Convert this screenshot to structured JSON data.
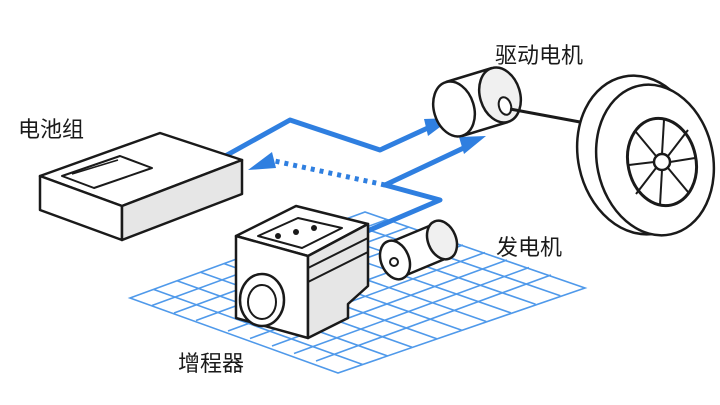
{
  "labels": {
    "battery": "电池组",
    "drive_motor": "驱动电机",
    "generator": "发电机",
    "range_extender": "增程器"
  },
  "colors": {
    "flow_blue": "#2f7fe0",
    "grid_blue": "#3d8fe8",
    "outline": "#1a1a1a",
    "fill": "#ffffff",
    "shade": "#e6e6e6"
  },
  "icons": [
    "battery-pack-icon",
    "drive-motor-icon",
    "wheel-icon",
    "generator-icon",
    "range-extender-engine-icon"
  ]
}
